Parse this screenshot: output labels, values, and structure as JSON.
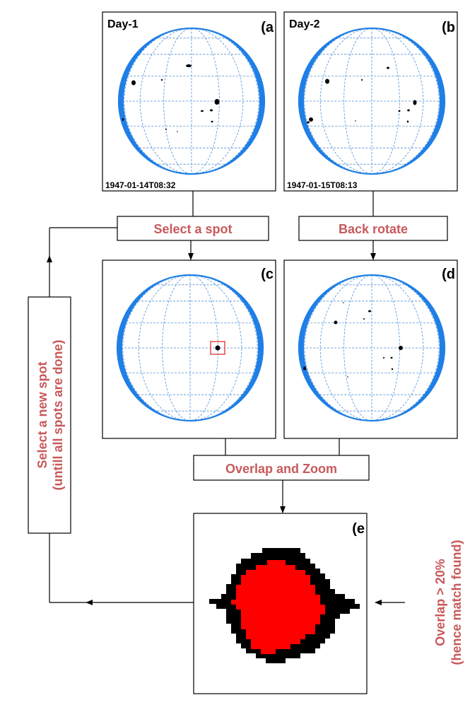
{
  "colors": {
    "limb": "#1f7fe6",
    "grid": "#4f8fd6",
    "spot": "#000000",
    "highlight": "#e03030",
    "action_text": "#c8595b",
    "overlap_fill": "#ff0000",
    "line": "#000000"
  },
  "panels": {
    "a": {
      "label": "(a",
      "day": "Day-1",
      "timestamp": "1947-01-14T08:32"
    },
    "b": {
      "label": "(b",
      "day": "Day-2",
      "timestamp": "1947-01-15T08:13"
    },
    "c": {
      "label": "(c"
    },
    "d": {
      "label": "(d"
    },
    "e": {
      "label": "(e"
    }
  },
  "steps": {
    "select_spot": "Select a spot",
    "back_rotate": "Back rotate",
    "overlap_zoom": "Overlap and Zoom"
  },
  "side_notes": {
    "left_line1": "Select a new spot",
    "left_line2": "(untill all spots are done)",
    "right_line1": "Overlap > 20%",
    "right_line2": "(hence match found)"
  }
}
